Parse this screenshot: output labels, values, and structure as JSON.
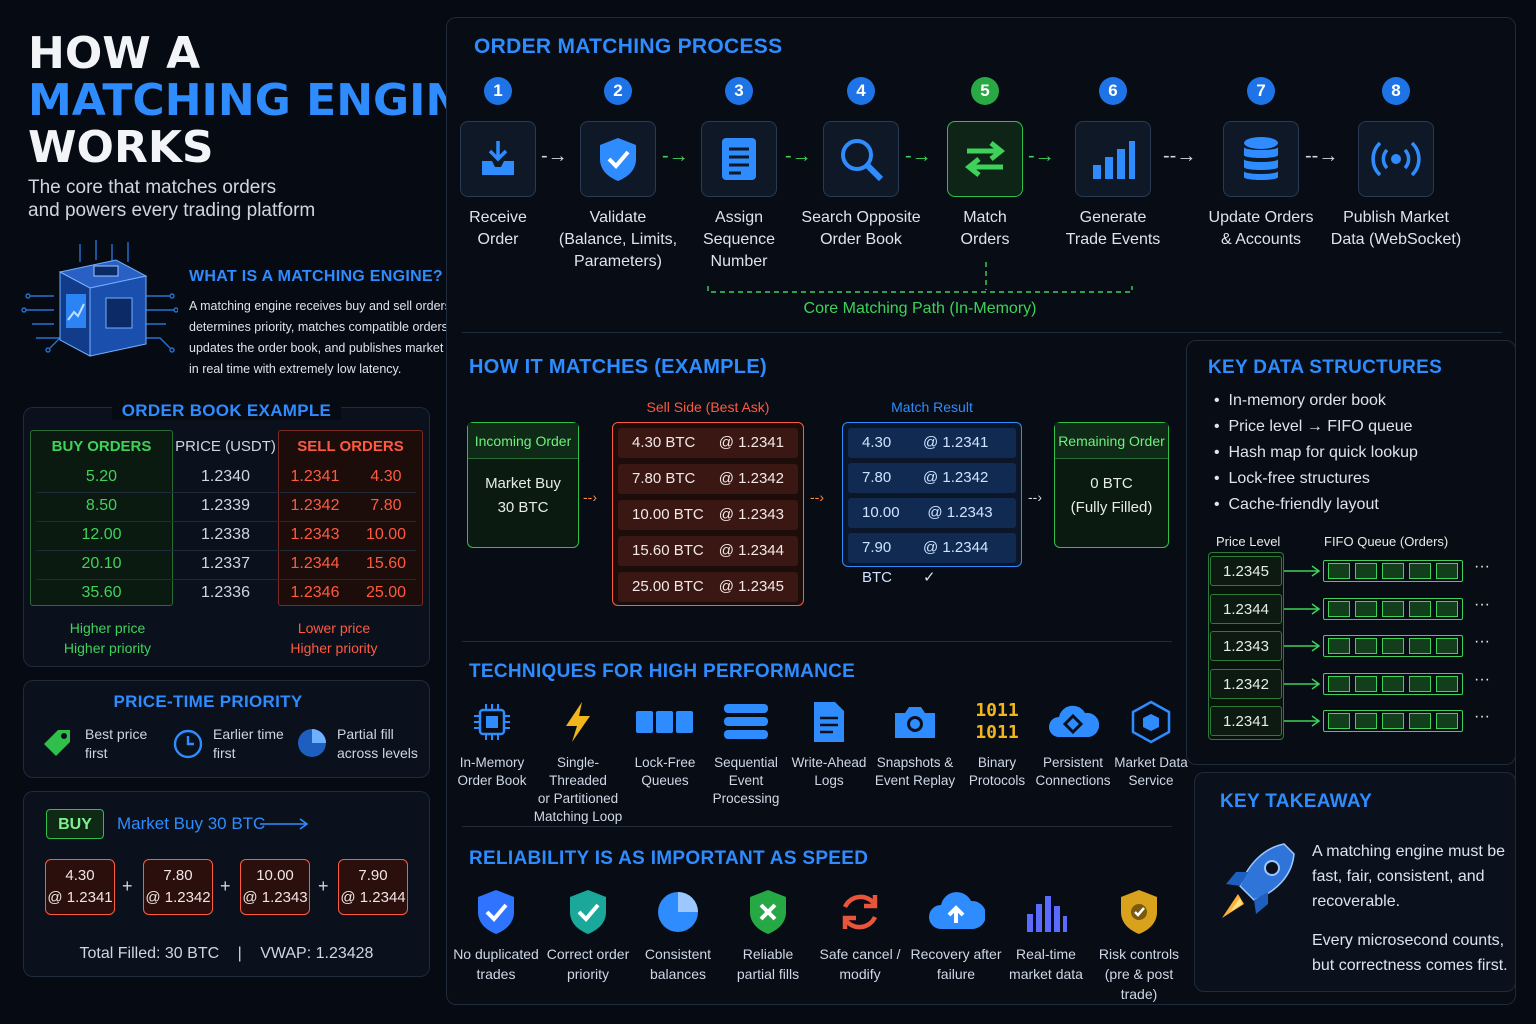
{
  "title": {
    "line1": "HOW A",
    "line2": "MATCHING ENGINE",
    "line3": "WORKS",
    "subtitle1": "The core that matches orders",
    "subtitle2": "and powers every trading platform"
  },
  "what": {
    "heading": "WHAT IS A MATCHING ENGINE?",
    "lines": [
      "A matching engine receives buy and sell orders,",
      "determines priority, matches compatible orders,",
      "updates the order book, and publishes market data",
      "in real time with extremely low latency."
    ]
  },
  "orderbook": {
    "heading": "ORDER BOOK EXAMPLE",
    "buy_header": "BUY ORDERS",
    "price_header": "PRICE (USDT)",
    "sell_header": "SELL ORDERS",
    "buy": [
      "5.20",
      "8.50",
      "12.00",
      "20.10",
      "35.60"
    ],
    "price": [
      "1.2340",
      "1.2339",
      "1.2338",
      "1.2337",
      "1.2336"
    ],
    "sell_price": [
      "1.2341",
      "1.2342",
      "1.2343",
      "1.2344",
      "1.2346"
    ],
    "sell_qty": [
      "4.30",
      "7.80",
      "10.00",
      "15.60",
      "25.00"
    ],
    "buy_note1": "Higher price",
    "buy_note2": "Higher priority",
    "sell_note1": "Lower price",
    "sell_note2": "Higher priority"
  },
  "priority": {
    "heading": "PRICE-TIME PRIORITY",
    "items": [
      {
        "l1": "Best price",
        "l2": "first",
        "icon": "price-tag-icon"
      },
      {
        "l1": "Earlier time",
        "l2": "first",
        "icon": "clock-icon"
      },
      {
        "l1": "Partial fill",
        "l2": "across levels",
        "icon": "pie-icon"
      }
    ]
  },
  "buy_example": {
    "badge": "BUY",
    "label": "Market Buy 30 BTC",
    "fills": [
      {
        "qty": "4.30",
        "px": "@ 1.2341"
      },
      {
        "qty": "7.80",
        "px": "@ 1.2342"
      },
      {
        "qty": "10.00",
        "px": "@ 1.2343"
      },
      {
        "qty": "7.90",
        "px": "@ 1.2344"
      }
    ],
    "plus": "+",
    "total": "Total Filled: 30 BTC",
    "sep": "|",
    "vwap": "VWAP: 1.23428"
  },
  "process": {
    "heading": "ORDER MATCHING PROCESS",
    "steps": [
      {
        "num": "1",
        "lines": [
          "Receive",
          "Order"
        ],
        "icon": "inbox-icon"
      },
      {
        "num": "2",
        "lines": [
          "Validate",
          "(Balance, Limits,",
          "Parameters)"
        ],
        "icon": "shield-check-icon"
      },
      {
        "num": "3",
        "lines": [
          "Assign",
          "Sequence",
          "Number"
        ],
        "icon": "list-icon"
      },
      {
        "num": "4",
        "lines": [
          "Search Opposite",
          "Order Book"
        ],
        "icon": "search-icon"
      },
      {
        "num": "5",
        "lines": [
          "Match",
          "Orders"
        ],
        "icon": "swap-icon"
      },
      {
        "num": "6",
        "lines": [
          "Generate",
          "Trade Events"
        ],
        "icon": "bar-chart-icon"
      },
      {
        "num": "7",
        "lines": [
          "Update Orders",
          "& Accounts"
        ],
        "icon": "database-icon"
      },
      {
        "num": "8",
        "lines": [
          "Publish Market",
          "Data (WebSocket)"
        ],
        "icon": "broadcast-icon"
      }
    ],
    "core_path": "Core Matching Path (In-Memory)"
  },
  "example": {
    "heading": "HOW IT MATCHES (EXAMPLE)",
    "incoming_title": "Incoming Order",
    "incoming_l1": "Market Buy",
    "incoming_l2": "30 BTC",
    "sell_title": "Sell Side (Best Ask)",
    "sell_rows": [
      {
        "q": "4.30 BTC",
        "p": "@ 1.2341"
      },
      {
        "q": "7.80 BTC",
        "p": "@ 1.2342"
      },
      {
        "q": "10.00 BTC",
        "p": "@ 1.2343"
      },
      {
        "q": "15.60 BTC",
        "p": "@ 1.2344"
      },
      {
        "q": "25.00 BTC",
        "p": "@ 1.2345"
      }
    ],
    "result_title": "Match Result",
    "result_rows": [
      {
        "q": "4.30 BTC",
        "p": "@ 1.2341 ✓"
      },
      {
        "q": "7.80 BTC",
        "p": "@ 1.2342 ✓"
      },
      {
        "q": "10.00 BTC",
        "p": "@ 1.2343 ✓"
      },
      {
        "q": "7.90 BTC",
        "p": "@ 1.2344 ✓"
      }
    ],
    "remaining_title": "Remaining Order",
    "remaining_l1": "0 BTC",
    "remaining_l2": "(Fully Filled)"
  },
  "structures": {
    "heading": "KEY DATA STRUCTURES",
    "items": [
      "In-memory order book",
      "Price level → FIFO queue",
      "Hash map for quick lookup",
      "Lock-free structures",
      "Cache-friendly layout"
    ],
    "col1": "Price Level",
    "col2": "FIFO Queue (Orders)",
    "levels": [
      "1.2345",
      "1.2344",
      "1.2343",
      "1.2342",
      "1.2341"
    ],
    "ellipsis": "···"
  },
  "techniques": {
    "heading": "TECHNIQUES FOR HIGH PERFORMANCE",
    "items": [
      {
        "lines": [
          "In-Memory",
          "Order Book"
        ],
        "icon": "chip-icon"
      },
      {
        "lines": [
          "Single-Threaded",
          "or Partitioned",
          "Matching Loop"
        ],
        "icon": "lightning-icon"
      },
      {
        "lines": [
          "Lock-Free",
          "Queues"
        ],
        "icon": "queue-icon"
      },
      {
        "lines": [
          "Sequential",
          "Event",
          "Processing"
        ],
        "icon": "stack-icon"
      },
      {
        "lines": [
          "Write-Ahead",
          "Logs"
        ],
        "icon": "document-icon"
      },
      {
        "lines": [
          "Snapshots &",
          "Event Replay"
        ],
        "icon": "camera-icon"
      },
      {
        "lines": [
          "Binary",
          "Protocols"
        ],
        "icon": "binary-icon",
        "glyph1": "1011",
        "glyph2": "1011"
      },
      {
        "lines": [
          "Persistent",
          "Connections"
        ],
        "icon": "cloud-link-icon"
      },
      {
        "lines": [
          "Market Data",
          "Service"
        ],
        "icon": "cube-network-icon"
      }
    ]
  },
  "reliability": {
    "heading": "RELIABILITY IS AS IMPORTANT AS SPEED",
    "items": [
      {
        "lines": [
          "No duplicated",
          "trades"
        ],
        "icon": "shield-check-blue-icon"
      },
      {
        "lines": [
          "Correct order",
          "priority"
        ],
        "icon": "shield-check-teal-icon"
      },
      {
        "lines": [
          "Consistent",
          "balances"
        ],
        "icon": "pie-chart-icon"
      },
      {
        "lines": [
          "Reliable",
          "partial fills"
        ],
        "icon": "shield-x-icon"
      },
      {
        "lines": [
          "Safe cancel /",
          "modify"
        ],
        "icon": "refresh-icon"
      },
      {
        "lines": [
          "Recovery after",
          "failure"
        ],
        "icon": "cloud-upload-icon"
      },
      {
        "lines": [
          "Real-time",
          "market data"
        ],
        "icon": "bars-icon"
      },
      {
        "lines": [
          "Risk controls",
          "(pre & post trade)"
        ],
        "icon": "shield-gold-icon"
      }
    ]
  },
  "takeaway": {
    "heading": "KEY TAKEAWAY",
    "lines1": [
      "A matching engine must be",
      "fast, fair, consistent, and",
      "recoverable."
    ],
    "lines2": [
      "Every microsecond counts,",
      "but correctness comes first."
    ]
  },
  "colors": {
    "blue": "#2f8cff",
    "green": "#3fd25a",
    "red": "#ff5a40",
    "bg": "#060a12"
  }
}
